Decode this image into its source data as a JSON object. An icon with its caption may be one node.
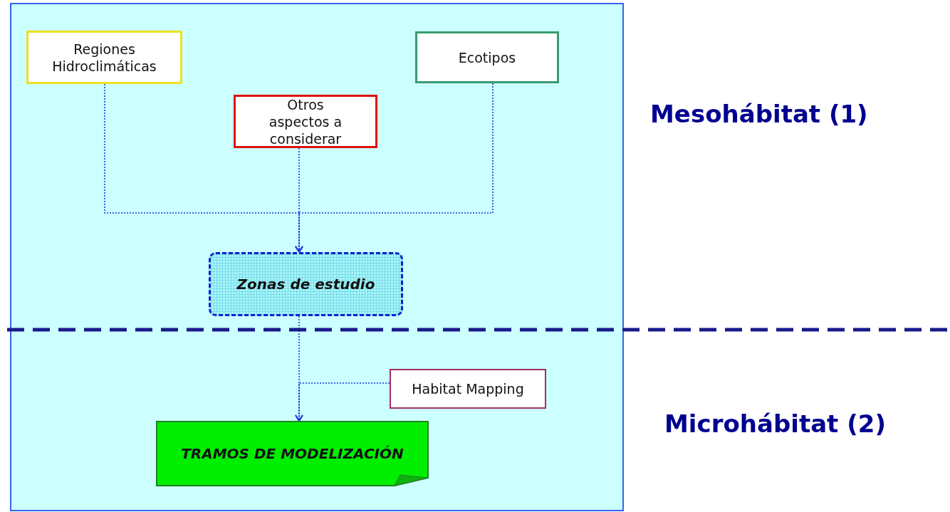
{
  "diagram": {
    "nodes": [
      {
        "text": [],
        "shape": "box"
      },
      {
        "text": [
          "Regiones Hidroclimáticas"
        ],
        "in": 0
      },
      {
        "text": [
          "Ecotipos"
        ],
        "in": 0
      },
      {
        "text": [
          "Otros aspectos a considerar"
        ],
        "in": 0
      },
      {
        "text": [
          "Zonas de estudio"
        ],
        "in": 0
      },
      {
        "text": [
          "Habitat Mapping"
        ],
        "in": 0
      },
      {
        "text": [
          "TRAMOS DE MODELIZACIÓN"
        ],
        "in": 0
      }
    ],
    "edges": [
      {
        "from": 1,
        "to": 4,
        "arrow": "to"
      },
      {
        "from": 2,
        "to": 4,
        "arrow": "to"
      },
      {
        "from": 3,
        "to": 4,
        "arrow": "to"
      },
      {
        "from": 4,
        "to": 6,
        "arrow": "to"
      },
      {
        "from": 5,
        "to": 6,
        "arrow": "to"
      }
    ],
    "labels": [
      "Mesohábitat (1)",
      "Microhábitat (2)"
    ]
  }
}
